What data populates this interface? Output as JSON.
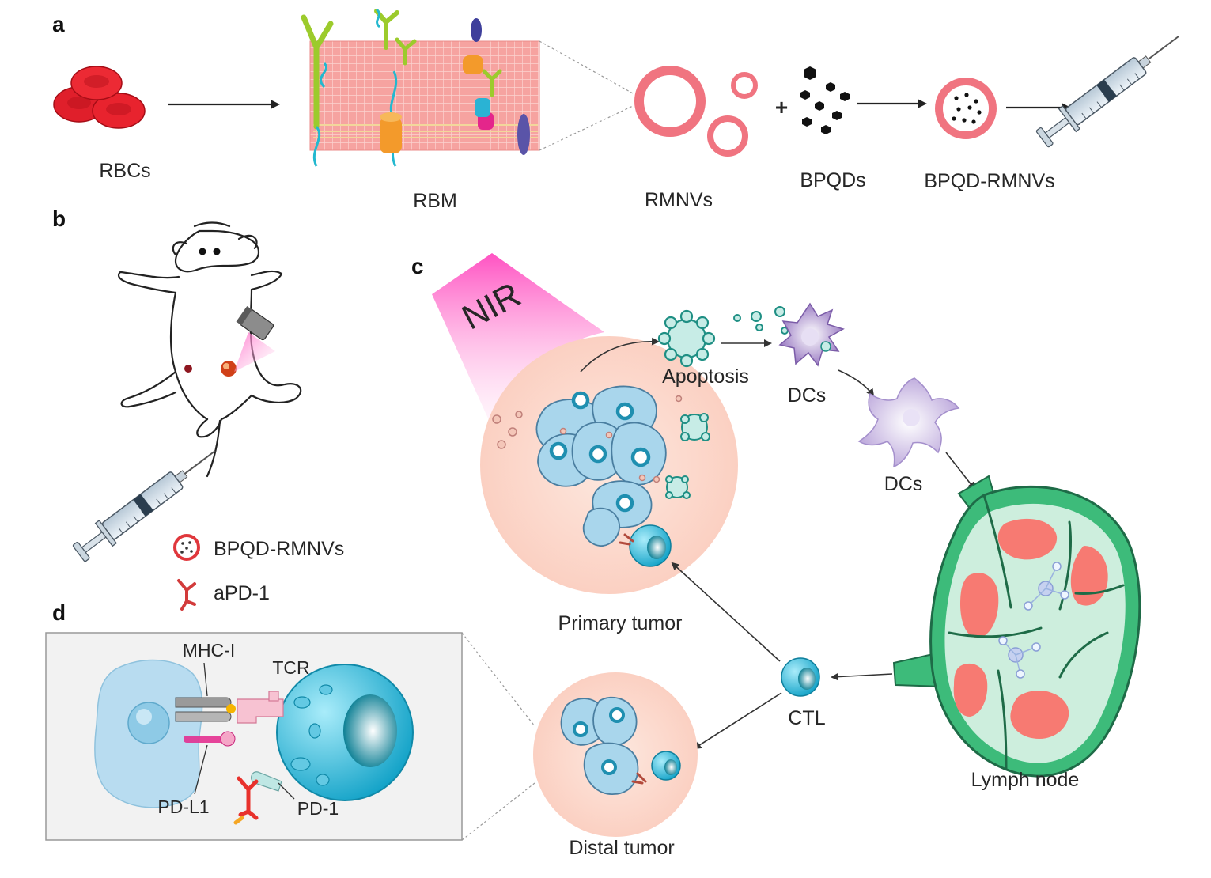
{
  "panels": {
    "a": "a",
    "b": "b",
    "c": "c",
    "d": "d"
  },
  "panel_a": {
    "rbcs": "RBCs",
    "rbm": "RBM",
    "rmnvs": "RMNVs",
    "bpqds": "BPQDs",
    "bpqd_rmnvs": "BPQD-RMNVs",
    "plus": "+"
  },
  "panel_b": {
    "legend_nanovesicle": "BPQD-RMNVs",
    "legend_antibody": "aPD-1"
  },
  "panel_c": {
    "nir": "NIR",
    "apoptosis": "Apoptosis",
    "dcs_1": "DCs",
    "dcs_2": "DCs",
    "primary_tumor": "Primary tumor",
    "ctl": "CTL",
    "lymph_node": "Lymph node",
    "distal_tumor": "Distal tumor"
  },
  "panel_d": {
    "mhc": "MHC-I",
    "tcr": "TCR",
    "pdl1": "PD-L1",
    "pd1": "PD-1"
  },
  "colors": {
    "rbc_red": "#e8232e",
    "membrane_pink": "#f2a1a0",
    "tumor_cell_blue": "#a9d6ec",
    "t_cell_cyan": "#2ab3d4",
    "lymph_green": "#3dbb7a",
    "nir_magenta": "#ff5bc8",
    "tumor_halo": "#fde1d8"
  }
}
